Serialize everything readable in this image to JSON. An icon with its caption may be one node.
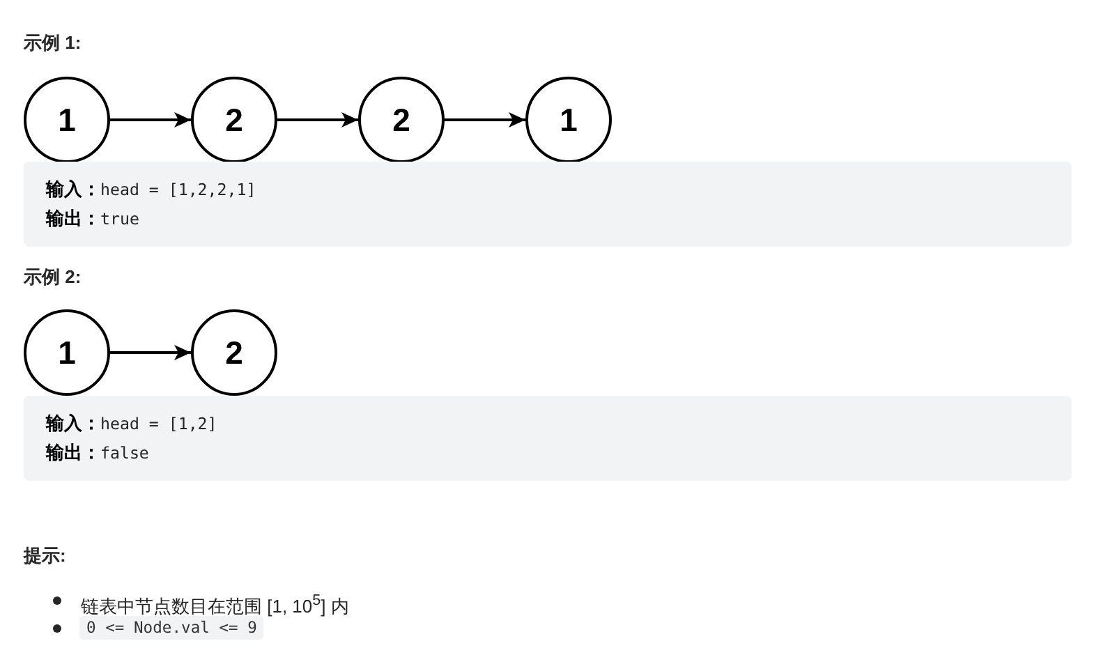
{
  "diagram": {
    "nodes": [
      {
        "text": [
          "1"
        ]
      },
      {
        "text": [
          "2"
        ]
      },
      {
        "text": [
          "2"
        ]
      },
      {
        "text": [
          "1"
        ]
      },
      {
        "text": [
          "**输入：**head = [1,2,2,1]",
          "**输出：**true"
        ]
      },
      {
        "text": [
          "1"
        ]
      },
      {
        "text": [
          "2"
        ]
      },
      {
        "text": [
          "**输入：**head = [1,2]",
          "**输出：**false"
        ]
      }
    ],
    "edges": [
      {
        "from": 0,
        "to": 1,
        "arrow": "to"
      },
      {
        "from": 1,
        "to": 2,
        "arrow": "to"
      },
      {
        "from": 2,
        "to": 3,
        "arrow": "to"
      },
      {
        "from": 5,
        "to": 6,
        "arrow": "to"
      }
    ],
    "labels": [
      "示例 1:",
      "示例 2:",
      "提示:",
      "链表中节点数目在范围 [1, 10$^{5}$] 内",
      "0 <= Node.val <= 9"
    ]
  }
}
